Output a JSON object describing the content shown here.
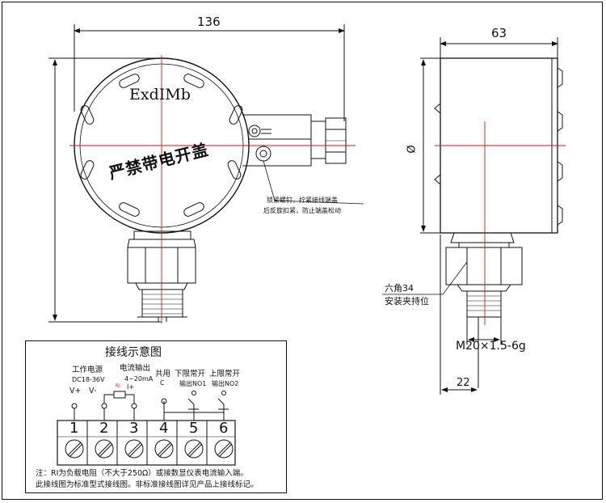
{
  "front_view": {
    "width_dim": "136",
    "ex_mark": "ExdⅠMb",
    "warning": "严禁带电开盖",
    "note_line1": "锁紧螺钉，拧紧接线端盖",
    "note_line2": "后反旋扣紧，防止端盖松动"
  },
  "side_view": {
    "width_dim": "63",
    "diameter_symbol": "Ø",
    "hex_label_line1": "六角34",
    "hex_label_line2": "安装夹持位",
    "thread_label": "M20×1.5-6g",
    "thread_len_dim": "22"
  },
  "wiring": {
    "title": "接线示意图",
    "power_label": "工作电源",
    "power_spec": "DC18-36V",
    "vplus": "V+",
    "vminus": "V-",
    "current_label": "电流输出",
    "current_spec": "4~20mA",
    "ri": "RI",
    "iplus": "I+",
    "common_label": "共用",
    "common_spec": "C",
    "lower_label": "下限常开",
    "lower_spec": "输出NO1",
    "upper_label": "上限常开",
    "upper_spec": "输出NO2",
    "terminals": [
      "1",
      "2",
      "3",
      "4",
      "5",
      "6"
    ],
    "note_line1": "注：RI为负载电阻（不大于250Ω）或接数显仪表电流输入端。",
    "note_line2": "此接线图为标准型式接线图。非标准接线图详见产品上接线标记。"
  }
}
